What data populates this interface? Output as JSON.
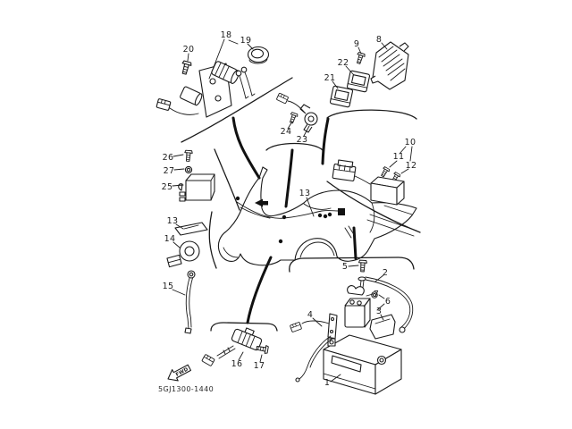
{
  "figure": {
    "code": "5GJ1300-1440",
    "direction_arrow": "FWD",
    "part_labels": {
      "p1": "1",
      "p2": "2",
      "p3": "3",
      "p4": "4",
      "p5": "5",
      "p6": "6",
      "p7": "7",
      "p8": "8",
      "p9": "9",
      "p10": "10",
      "p11": "11",
      "p12": "12",
      "p13": "13",
      "p14": "14",
      "p15": "15",
      "p16": "16",
      "p17": "17",
      "p18": "18",
      "p19": "19",
      "p20": "20",
      "p21": "21",
      "p22": "22",
      "p23": "23",
      "p24": "24",
      "p25": "25",
      "p26": "26",
      "p27": "27"
    }
  }
}
